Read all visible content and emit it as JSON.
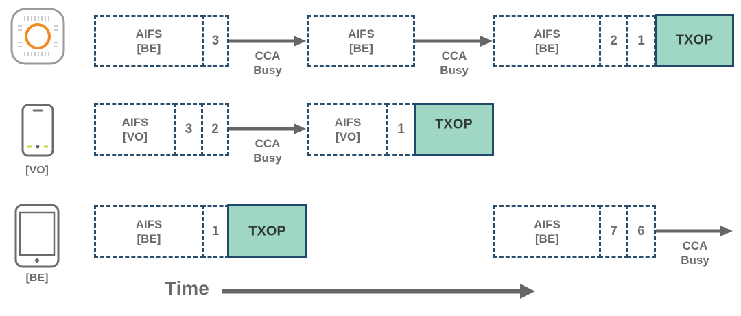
{
  "aifs_word": "AIFS",
  "txop_label": "TXOP",
  "cca_line1": "CCA",
  "cca_line2": "Busy",
  "time_label": "Time",
  "rows": [
    {
      "device": "access-point",
      "label": "",
      "segments": [
        {
          "ac": "[BE]",
          "slots": [
            "3"
          ]
        },
        {
          "ac": "[BE]",
          "slots": []
        },
        {
          "ac": "[BE]",
          "slots": [
            "2",
            "1"
          ],
          "txop": true
        }
      ]
    },
    {
      "device": "phone",
      "label": "[VO]",
      "segments": [
        {
          "ac": "[VO]",
          "slots": [
            "3",
            "2"
          ]
        },
        {
          "ac": "[VO]",
          "slots": [
            "1"
          ],
          "txop": true
        }
      ]
    },
    {
      "device": "tablet",
      "label": "[BE]",
      "segments": [
        {
          "ac": "[BE]",
          "slots": [
            "1"
          ],
          "txop": true
        },
        {
          "ac": "[BE]",
          "slots": [
            "7",
            "6"
          ]
        }
      ]
    }
  ],
  "colors": {
    "dashed_border": "#2a4d6b",
    "txop_fill": "#9fd6c4",
    "arrow": "#666666",
    "ap_accent": "#f08a24"
  }
}
